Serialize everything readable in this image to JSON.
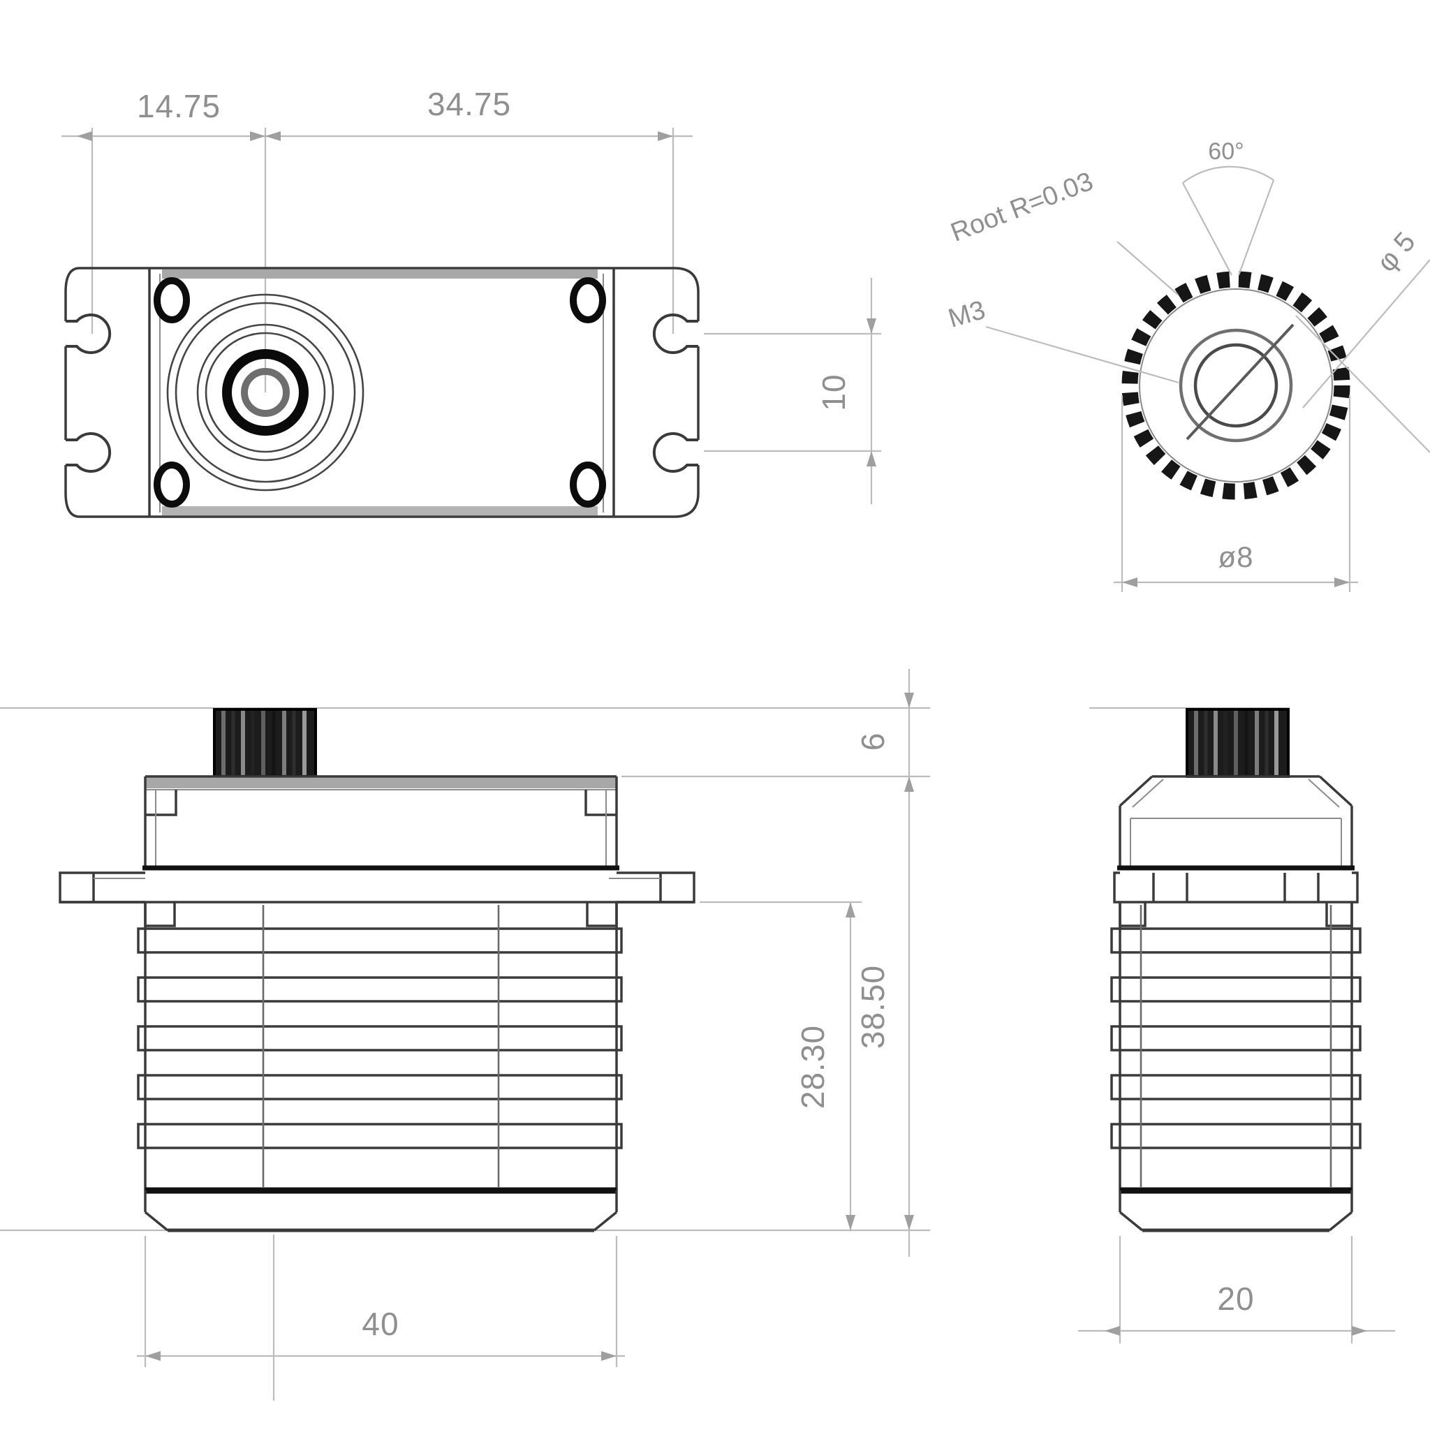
{
  "page": {
    "type": "technical-dimension-drawing",
    "subject": "servo motor outline drawing, four views",
    "background": "#ffffff"
  },
  "drawing": {
    "views": [
      {
        "id": "top-view",
        "name": "Top view with mounting ears and output shaft"
      },
      {
        "id": "spline-detail",
        "name": "Output spline gear detail"
      },
      {
        "id": "front-view",
        "name": "Front view with cooling fins"
      },
      {
        "id": "side-view",
        "name": "Side view with cooling fins"
      }
    ],
    "colors": {
      "geometry": "#3a3a3a",
      "heavy_line": "#111111",
      "dimension_line": "#bcbcbc",
      "dimension_text": "#8f8f8f",
      "knurl_fill": "#1c1c1c",
      "edge_band": "#a8a8a8"
    },
    "dims": {
      "top_offset": "14.75",
      "top_span": "34.75",
      "slot_pitch": "10",
      "angle": "60°",
      "root_radius": "Root R=0.03",
      "thread": "M3",
      "spline_od": "ø8",
      "tip_od": "φ 5",
      "front_width": "40",
      "overall_height": "38.50",
      "lower_height": "28.30",
      "spline_height": "6",
      "side_width": "20"
    }
  }
}
